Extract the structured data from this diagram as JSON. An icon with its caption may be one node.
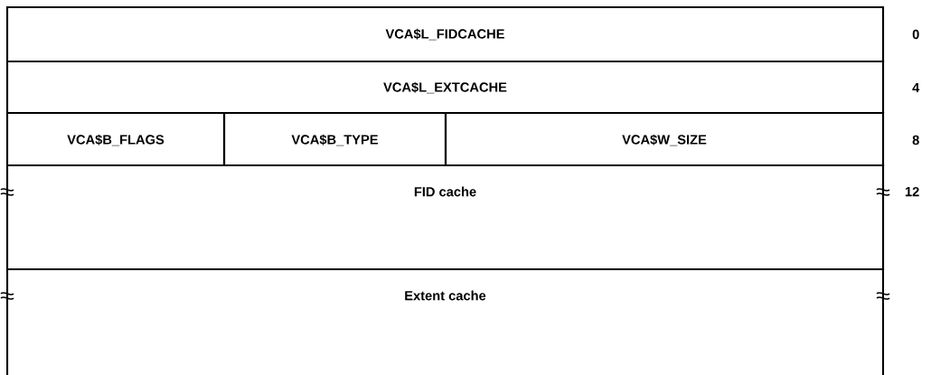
{
  "diagram": {
    "nodes": [
      {
        "text": [
          "VCA$L_FIDCACHE"
        ]
      },
      {
        "text": [
          "VCA$L_EXTCACHE"
        ]
      },
      {
        "text": [
          "VCA$B_FLAGS"
        ]
      },
      {
        "text": [
          "VCA$B_TYPE"
        ]
      },
      {
        "text": [
          "VCA$W_SIZE"
        ]
      },
      {
        "text": [
          "FID cache"
        ]
      },
      {
        "text": [
          "Extent cache"
        ]
      }
    ],
    "labels": [
      "0",
      "4",
      "8",
      "12"
    ]
  }
}
